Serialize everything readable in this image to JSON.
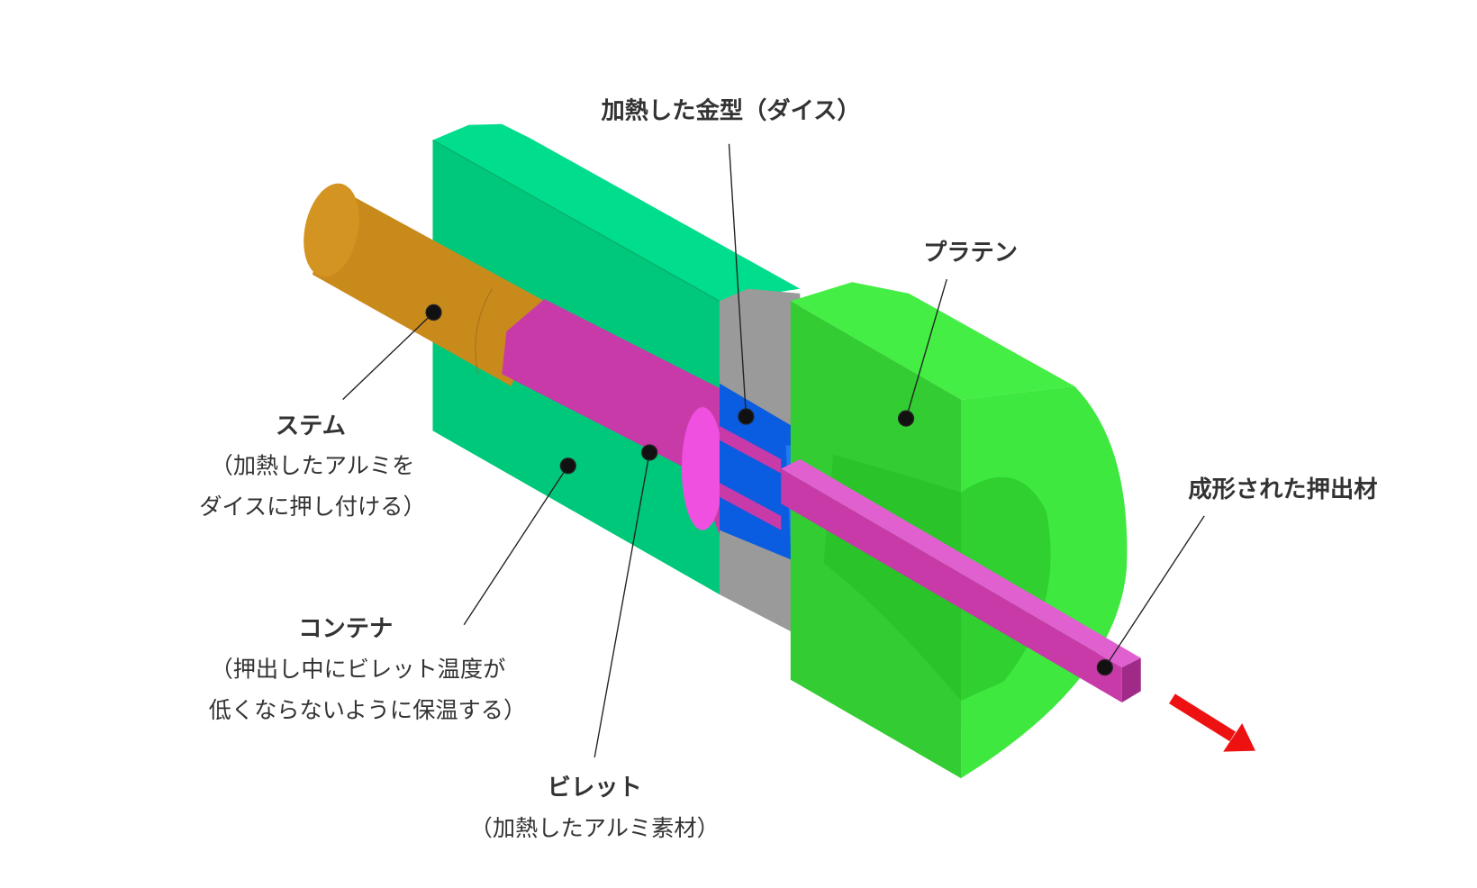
{
  "labels": {
    "die": "加熱した金型（ダイス）",
    "platen": "プラテン",
    "stem": "ステム",
    "stem_desc": [
      "（加熱したアルミを",
      "ダイスに押し付ける）"
    ],
    "container": "コンテナ",
    "container_desc": [
      "（押出し中にビレット温度が",
      "低くならないように保温する）"
    ],
    "billet": "ビレット",
    "billet_desc": "（加熱したアルミ素材）",
    "extrudate": "成形された押出材"
  },
  "colors": {
    "container": "#00c87a",
    "stem": "#c98a1c",
    "billet": "#c83aa8",
    "die_holder": "#9a9a9a",
    "die": "#0a5ce0",
    "platen": "#3ee83e",
    "arrow": "#ee1111"
  }
}
